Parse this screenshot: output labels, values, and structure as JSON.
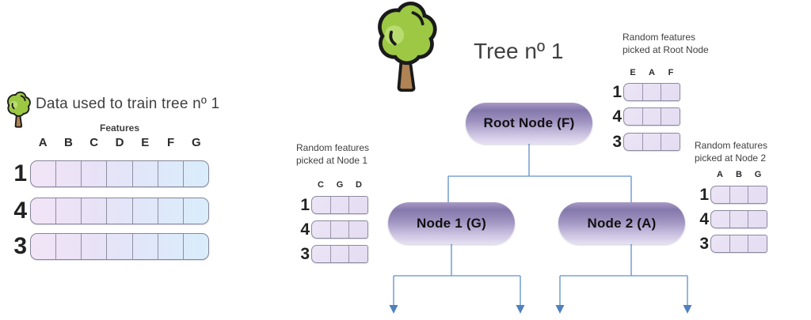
{
  "left_panel": {
    "title": "Data used to train tree nº 1",
    "features_label": "Features",
    "columns": [
      "A",
      "B",
      "C",
      "D",
      "E",
      "F",
      "G"
    ],
    "row_labels": [
      "1",
      "4",
      "3"
    ]
  },
  "tree": {
    "title": "Tree nº 1",
    "root_node_label": "Root Node (F)",
    "node1_label": "Node 1 (G)",
    "node2_label": "Node 2 (A)"
  },
  "feature_tables": {
    "root": {
      "caption_lines": [
        "Random features",
        "picked at Root Node"
      ],
      "columns": [
        "E",
        "A",
        "F"
      ],
      "row_labels": [
        "1",
        "4",
        "3"
      ]
    },
    "node1": {
      "caption_lines": [
        "Random features",
        "picked at Node 1"
      ],
      "columns": [
        "C",
        "G",
        "D"
      ],
      "row_labels": [
        "1",
        "4",
        "3"
      ]
    },
    "node2": {
      "caption_lines": [
        "Random features",
        "picked at Node 2"
      ],
      "columns": [
        "A",
        "B",
        "G"
      ],
      "row_labels": [
        "1",
        "4",
        "3"
      ]
    }
  },
  "colors": {
    "connector": "#7ba3d6",
    "arrowhead": "#4f81bd",
    "node_gradient_top": "#8478ab",
    "node_gradient_bottom": "#e6e1f3",
    "data_bar_left": "#f2e4f7",
    "data_bar_right": "#d9edfb",
    "mini_cell": "#e8e1f3",
    "tree_foliage": "#9cc844",
    "tree_foliage_highlight": "#b9dc70",
    "tree_trunk": "#b08354",
    "title_text": "#404040"
  }
}
